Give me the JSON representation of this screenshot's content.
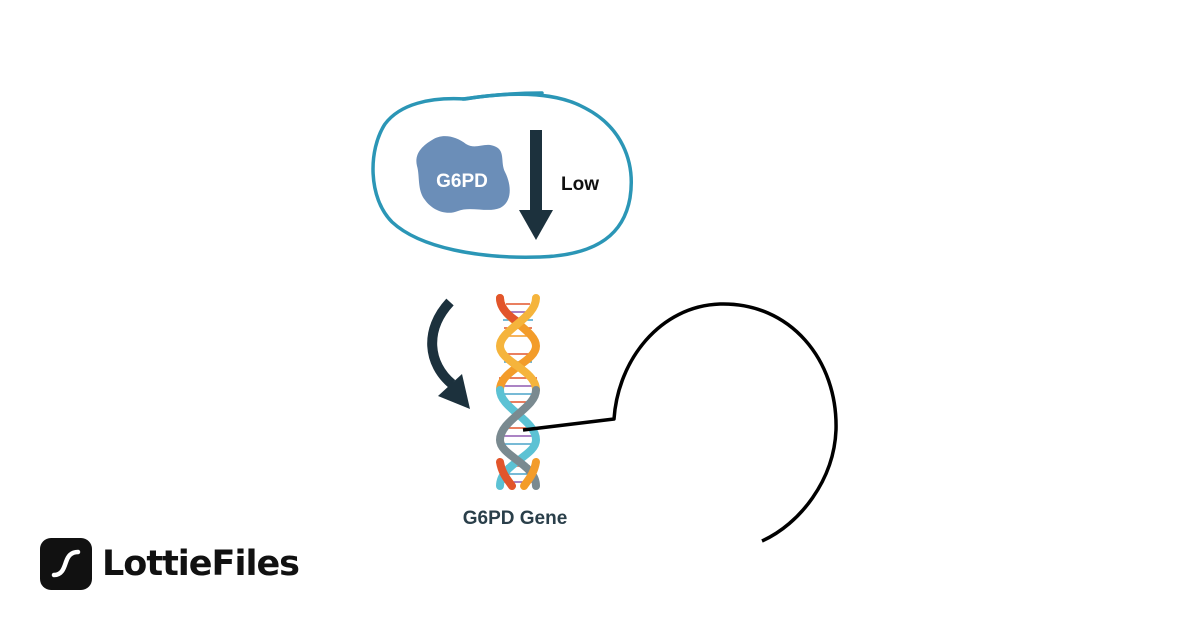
{
  "enzyme": {
    "label": "G6PD",
    "level_text": "Low"
  },
  "gene": {
    "label": "G6PD Gene"
  },
  "brand": {
    "name": "LottieFiles"
  },
  "colors": {
    "outline": "#2b96b6",
    "blob": "#6b8eb8",
    "arrow": "#1c313d",
    "gene_label": "#2a3f4a",
    "dna_orange": "#f39c2a",
    "dna_red": "#e2552b",
    "dna_teal": "#5cc2d4",
    "dna_grey": "#7a8a90"
  }
}
